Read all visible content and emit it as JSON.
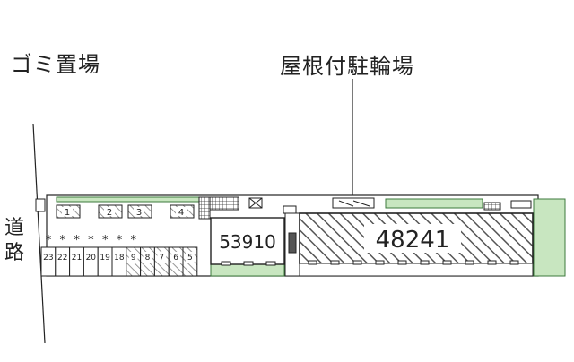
{
  "labels": {
    "garbage": "ゴミ置場",
    "bicycle_parking": "屋根付駐輪場",
    "road_1": "道",
    "road_2": "路"
  },
  "buildings": {
    "left": "53910",
    "right": "48241"
  },
  "parking_top": [
    "1",
    "2",
    "3",
    "4"
  ],
  "parking_bottom": [
    "23",
    "22",
    "21",
    "20",
    "19",
    "18",
    "9",
    "8",
    "7",
    "6",
    "5"
  ],
  "markers": [
    "*",
    "*",
    "*",
    "*",
    "*",
    "*",
    "*"
  ],
  "colors": {
    "green_fill": "#c8e6c0",
    "green_stroke": "#3c7a3c",
    "outline": "#222222"
  }
}
